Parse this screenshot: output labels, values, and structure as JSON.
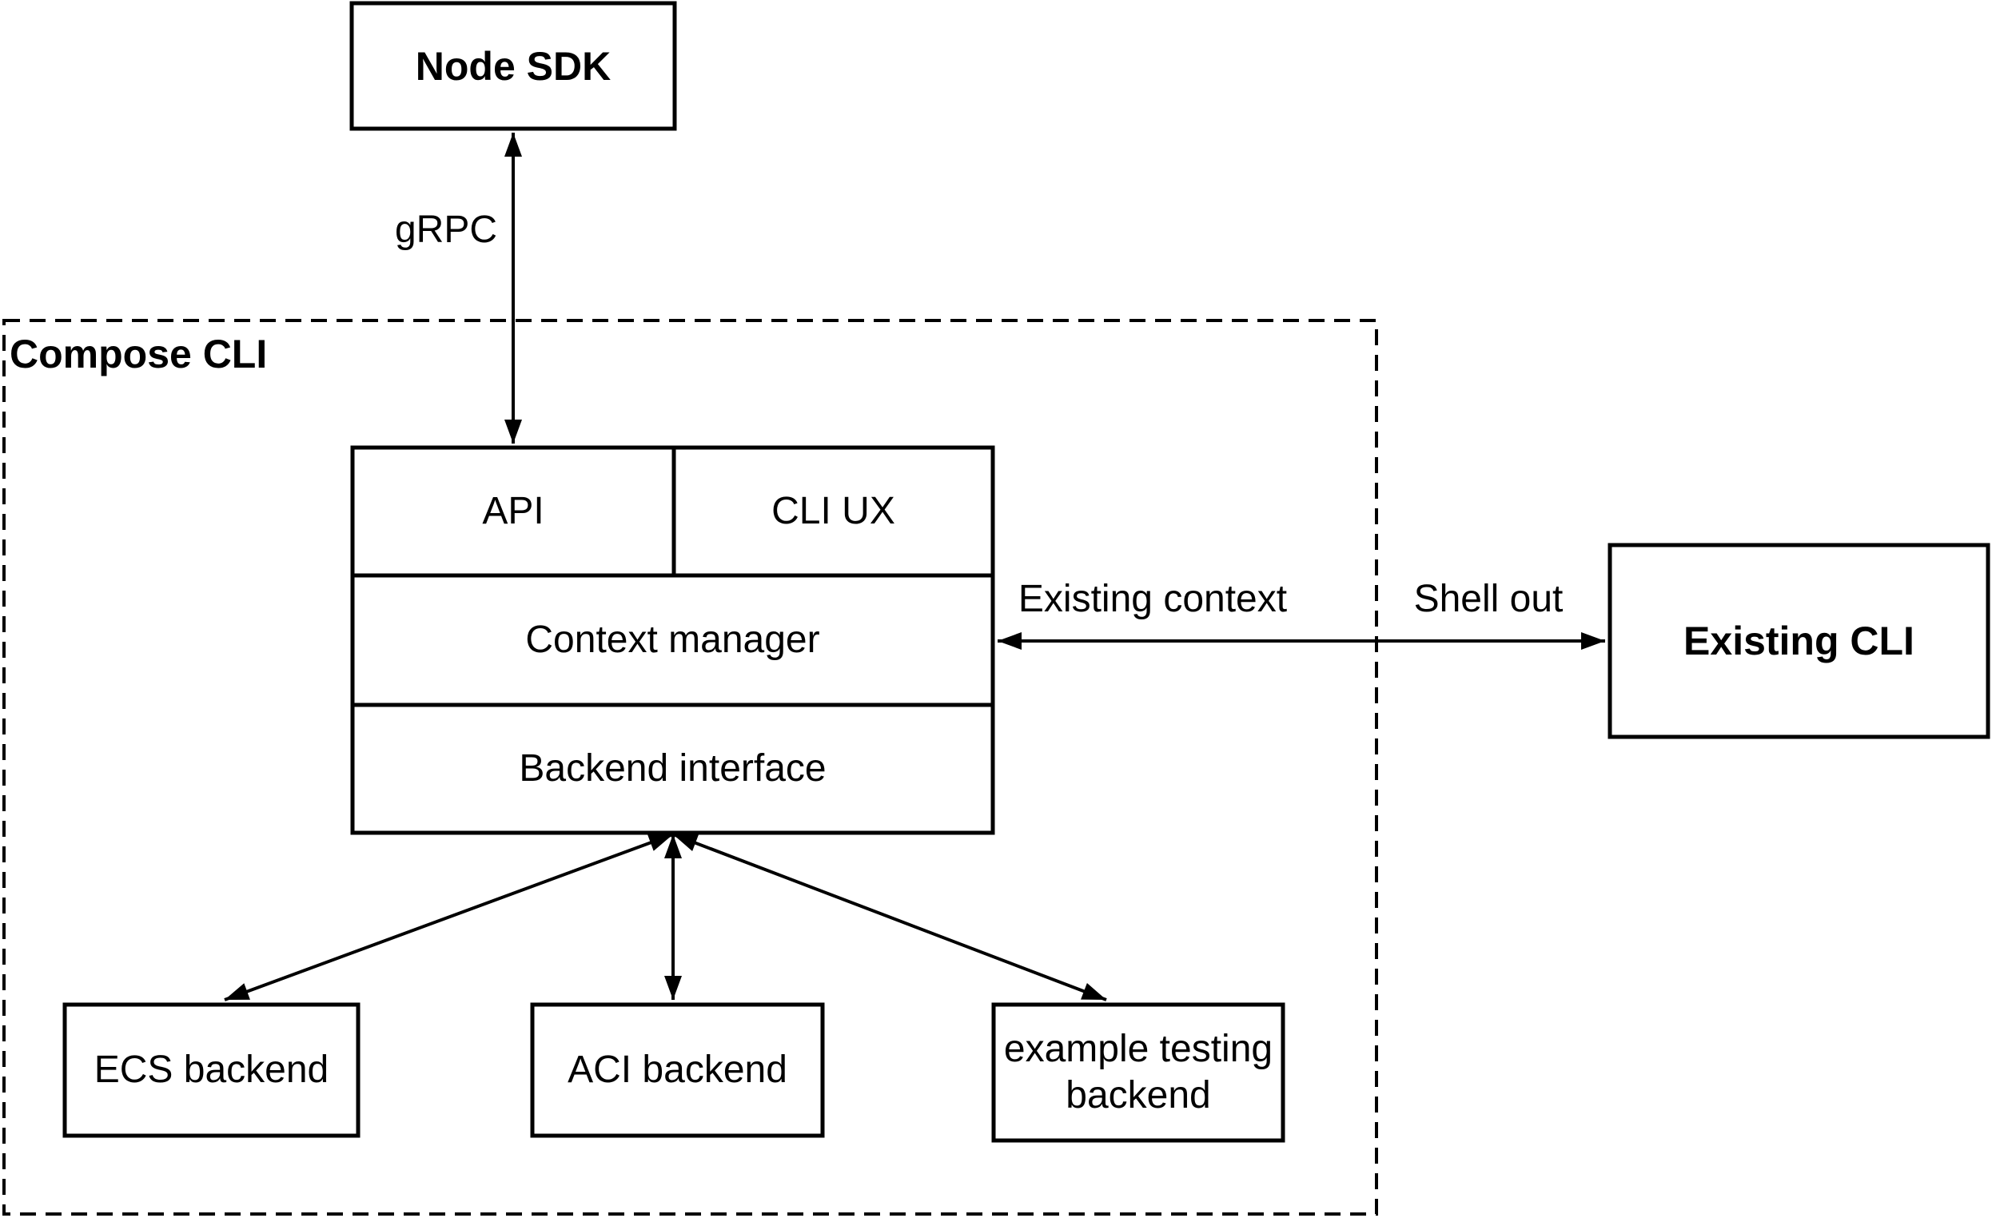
{
  "diagram": {
    "type": "architecture-diagram",
    "colors": {
      "stroke": "#000000",
      "background": "#ffffff",
      "text": "#000000"
    },
    "nodes": {
      "node_sdk": {
        "label": "Node SDK",
        "style": "bold"
      },
      "compose_cli_group": {
        "label": "Compose CLI",
        "style": "bold, dashed container"
      },
      "api": {
        "label": "API"
      },
      "cli_ux": {
        "label": "CLI UX"
      },
      "context_manager": {
        "label": "Context manager"
      },
      "backend_interface": {
        "label": "Backend interface"
      },
      "ecs_backend": {
        "label": "ECS backend"
      },
      "aci_backend": {
        "label": "ACI backend"
      },
      "example_testing_backend": {
        "label": "example testing backend"
      },
      "existing_cli": {
        "label": "Existing CLI",
        "style": "bold"
      }
    },
    "edges": [
      {
        "label": "gRPC",
        "from": "Node SDK",
        "to": "API",
        "arrows": "both"
      },
      {
        "labels": [
          "Existing context",
          "Shell out"
        ],
        "from": "Context manager",
        "to": "Existing CLI",
        "arrows": "both"
      },
      {
        "label": "",
        "from": "Backend interface",
        "to": "ECS backend",
        "arrows": "both"
      },
      {
        "label": "",
        "from": "Backend interface",
        "to": "ACI backend",
        "arrows": "both"
      },
      {
        "label": "",
        "from": "Backend interface",
        "to": "example testing backend",
        "arrows": "both"
      }
    ]
  }
}
